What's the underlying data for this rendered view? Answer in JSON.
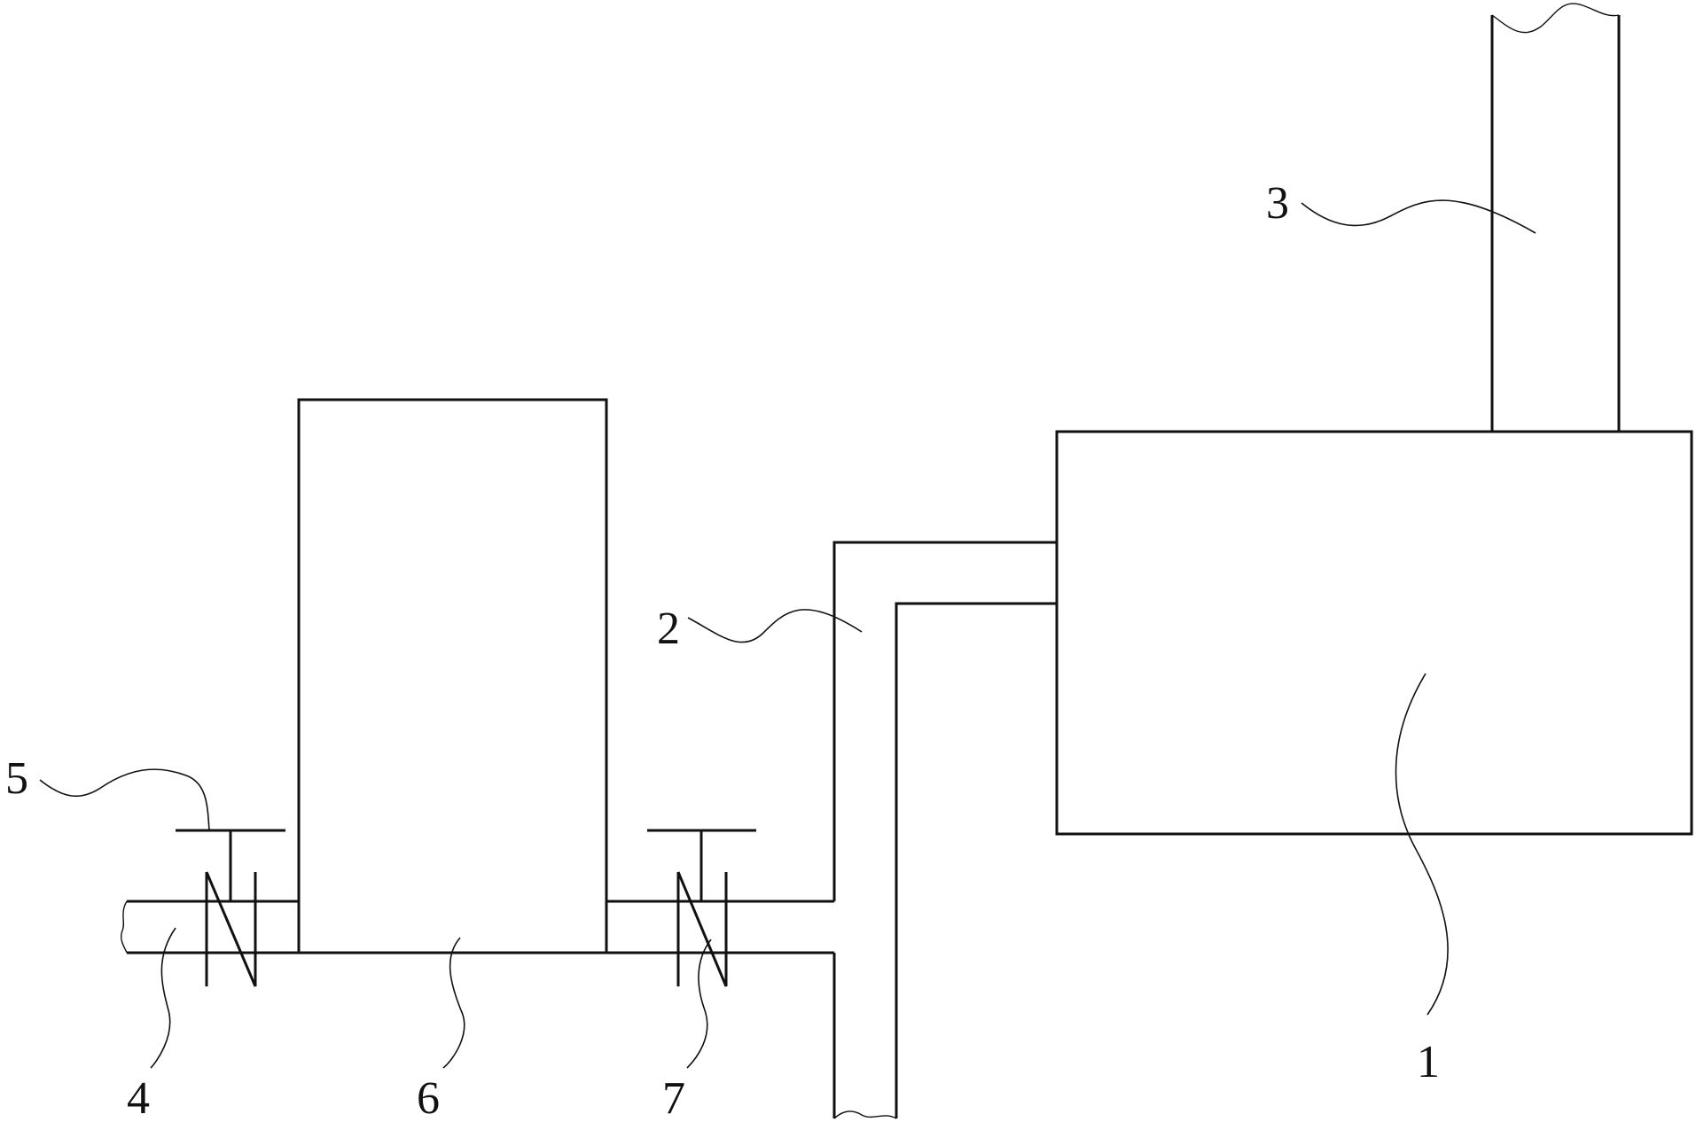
{
  "labels": {
    "l1": "1",
    "l2": "2",
    "l3": "3",
    "l4": "4",
    "l5": "5",
    "l6": "6",
    "l7": "7"
  },
  "colors": {
    "line": "#111111",
    "background": "#ffffff"
  }
}
